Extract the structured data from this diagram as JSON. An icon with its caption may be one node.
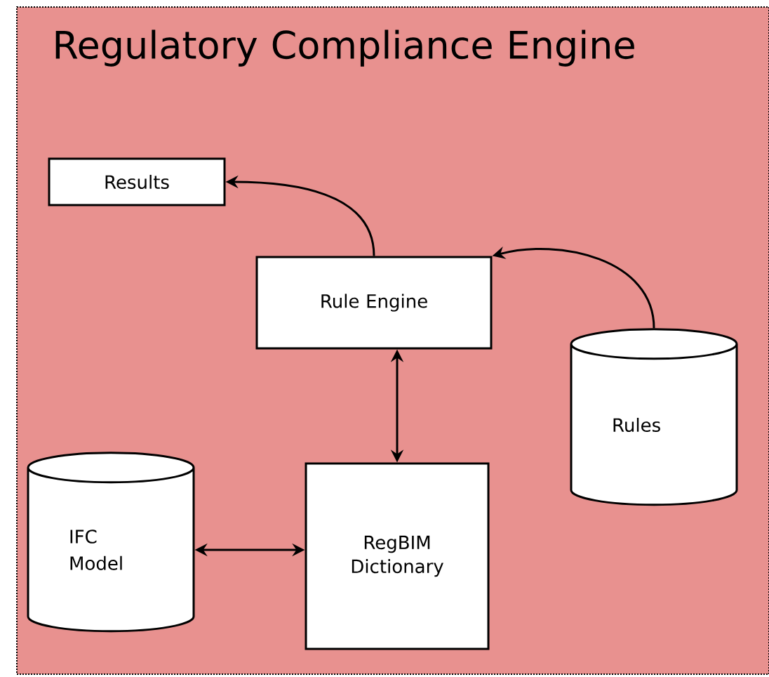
{
  "diagram": {
    "nodes": [
      {
        "text": [
          "Regulatory Compliance Engine"
        ]
      },
      {
        "text": [
          "Results"
        ],
        "in": 0
      },
      {
        "text": [
          "Rule Engine"
        ],
        "in": 0
      },
      {
        "text": [
          "Rules"
        ],
        "in": 0
      },
      {
        "text": [
          "IFC Model"
        ],
        "in": 0
      },
      {
        "text": [
          "RegBIM Dictionary"
        ],
        "in": 0
      }
    ],
    "edges": [
      {
        "from": 2,
        "to": 1,
        "arrow": "to"
      },
      {
        "from": 3,
        "to": 2,
        "arrow": "to"
      },
      {
        "from": 2,
        "to": 5,
        "arrow": "both"
      },
      {
        "from": 4,
        "to": 5,
        "arrow": "both"
      }
    ]
  }
}
